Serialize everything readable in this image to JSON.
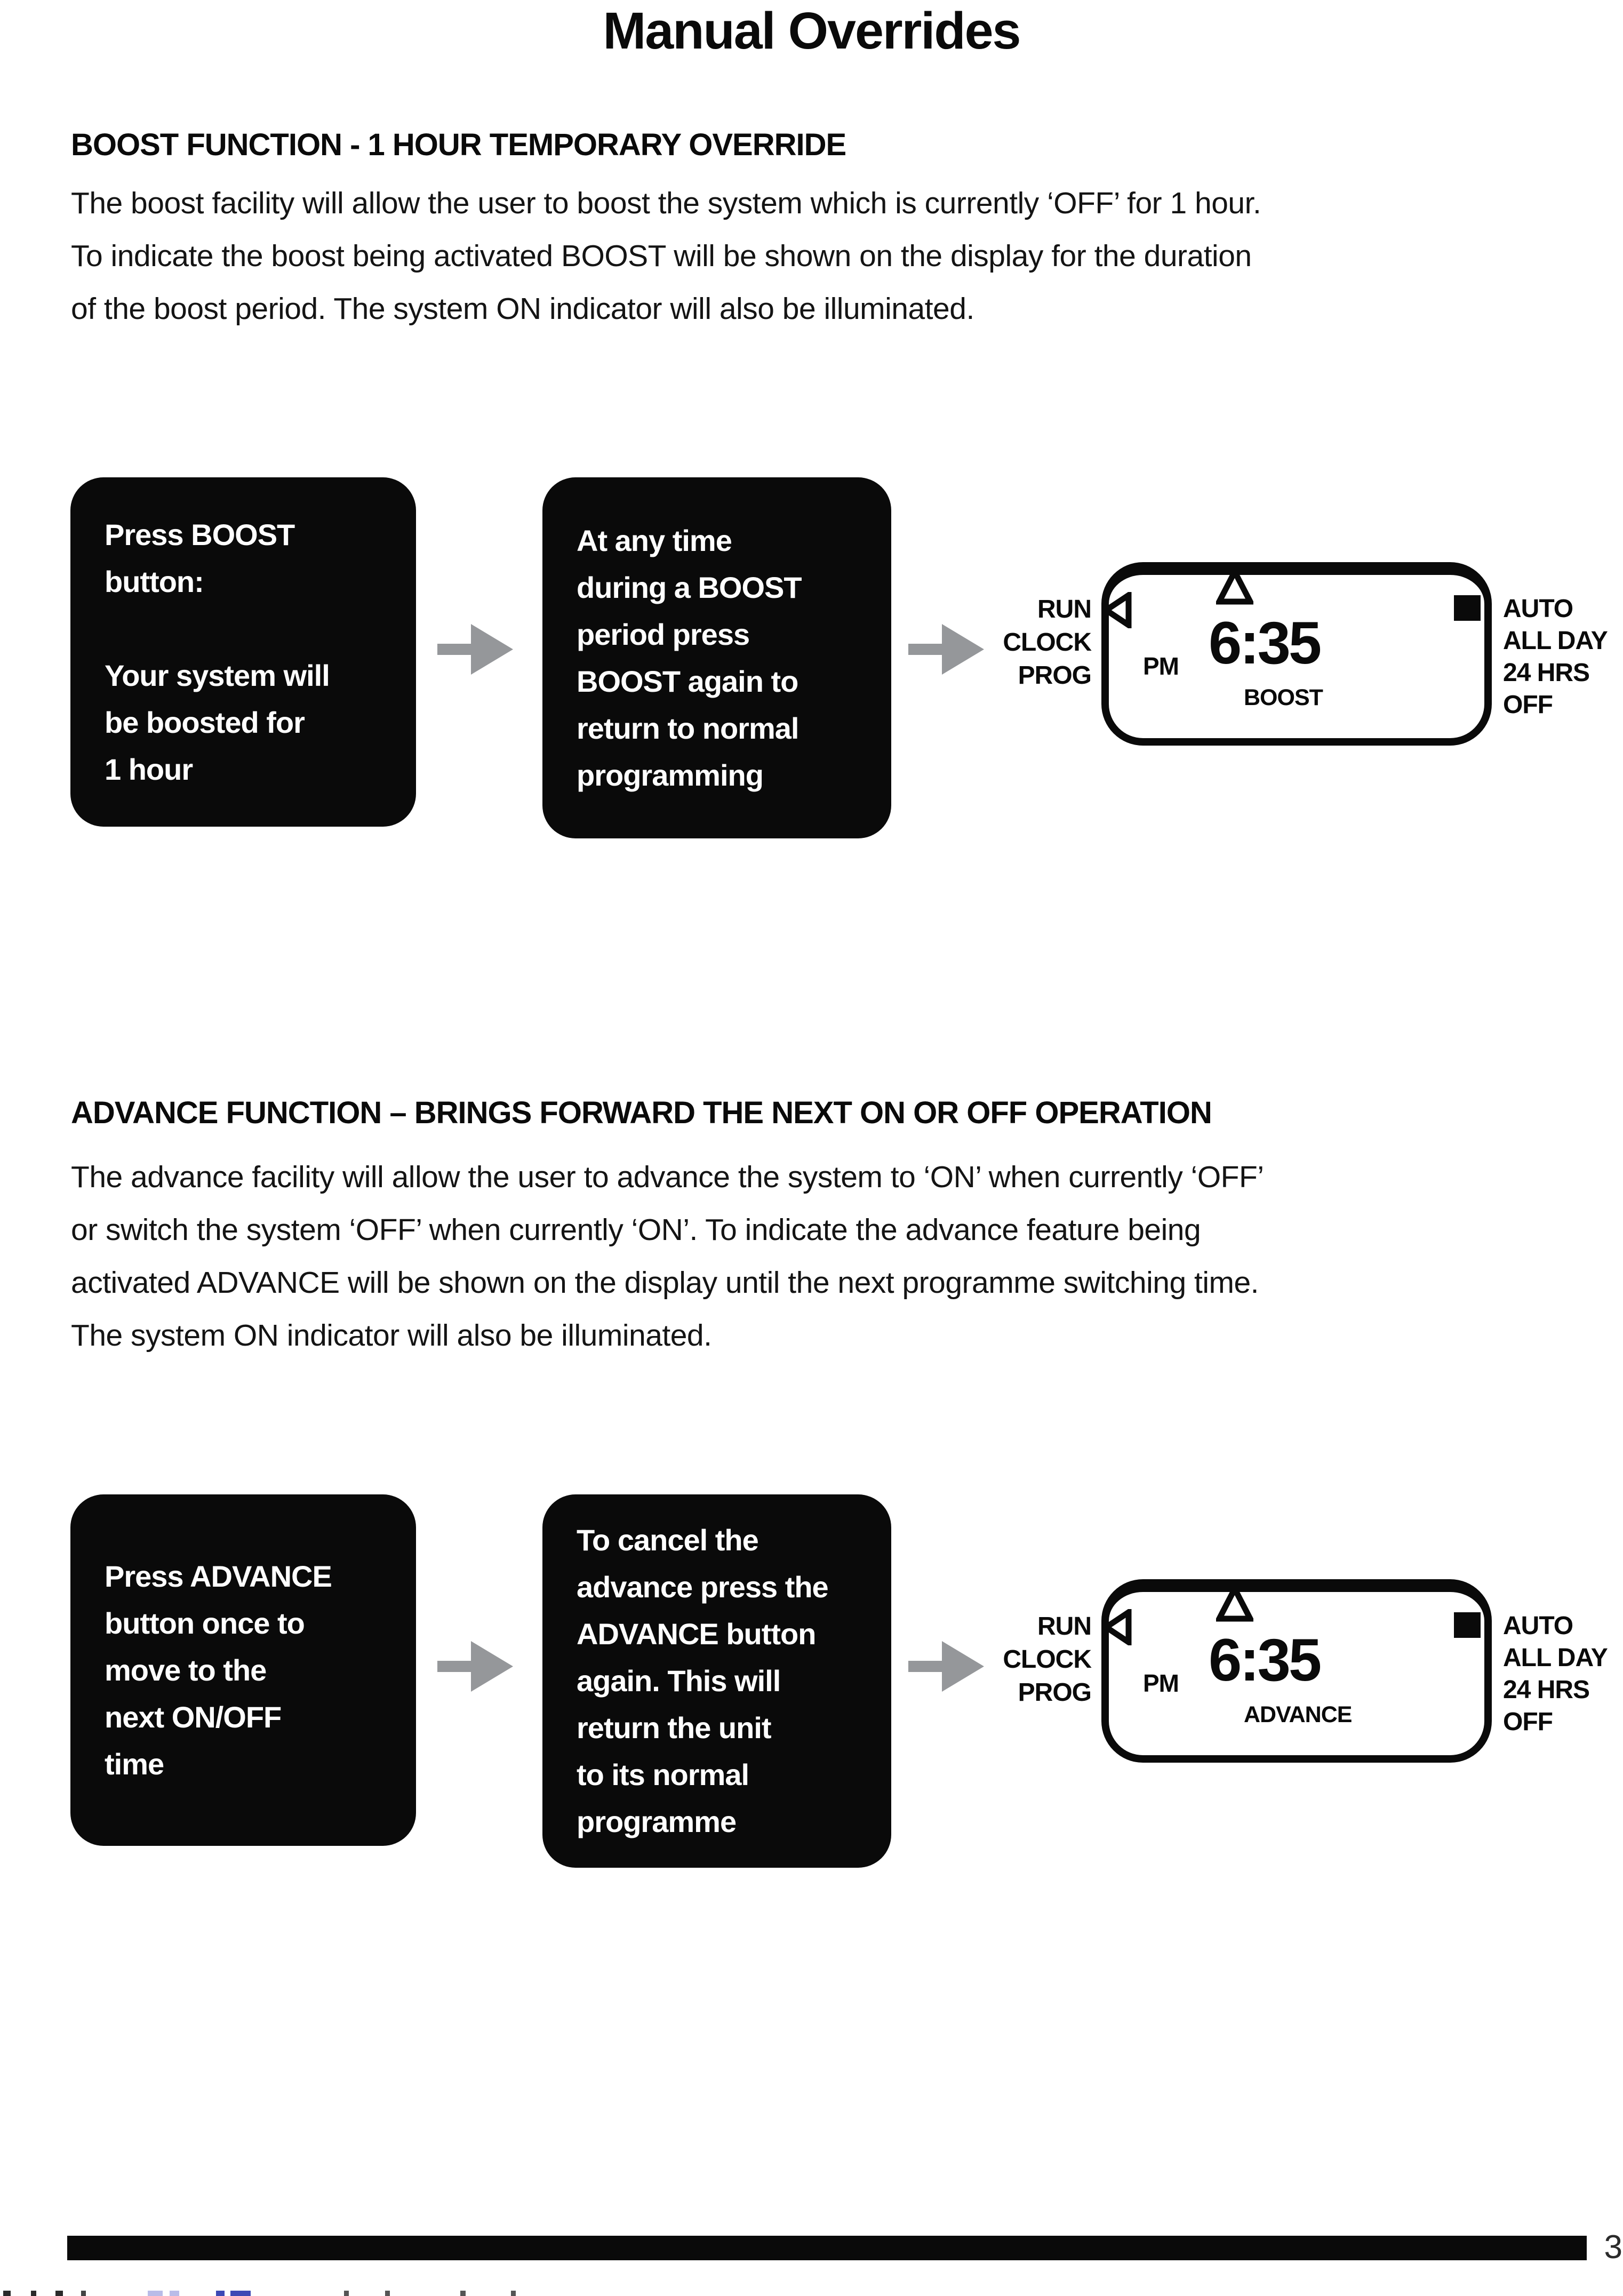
{
  "title": "Manual Overrides",
  "colors": {
    "ink": "#0a0a0a",
    "arrow_gray": "#95979a",
    "link_fragment_blue": "#3d49b5",
    "link_fragment_light": "#b9bce8"
  },
  "sections": [
    {
      "heading": "BOOST FUNCTION - 1 HOUR TEMPORARY OVERRIDE",
      "body_lines": [
        "The boost facility will allow the user to boost the system which is currently ‘OFF’ for 1 hour.",
        "To indicate the boost being activated BOOST will be shown on the display for the duration",
        "of the boost period. The system ON indicator will also be illuminated."
      ],
      "flow": {
        "step1_lines": [
          "Press BOOST",
          "button:",
          "",
          "Your system will",
          "be boosted for",
          "1 hour"
        ],
        "step2_lines": [
          "At any time",
          "during a BOOST",
          "period press",
          "BOOST again to",
          "return to normal",
          "programming"
        ]
      },
      "lcd": {
        "time": "6:35",
        "meridiem": "PM",
        "mode": "BOOST",
        "left_labels": [
          "RUN",
          "CLOCK",
          "PROG"
        ],
        "right_labels": [
          "AUTO",
          "ALL DAY",
          "24 HRS",
          "OFF"
        ]
      }
    },
    {
      "heading": "ADVANCE FUNCTION – BRINGS FORWARD THE NEXT ON OR OFF OPERATION",
      "body_lines": [
        "The advance facility will allow the user to advance the system to ‘ON’ when currently ‘OFF’",
        "or switch the system ‘OFF’ when currently ‘ON’. To indicate the advance feature being",
        "activated ADVANCE will be shown on the display until the next programme switching time.",
        "The system ON indicator will also be illuminated."
      ],
      "flow": {
        "step1_lines": [
          "Press ADVANCE",
          "button once to",
          "move to the",
          "next ON/OFF",
          "time"
        ],
        "step2_lines": [
          "To cancel the",
          "advance press the",
          "ADVANCE button",
          "again. This will",
          "return the unit",
          "to its normal",
          "programme"
        ]
      },
      "lcd": {
        "time": "6:35",
        "meridiem": "PM",
        "mode": "ADVANCE",
        "left_labels": [
          "RUN",
          "CLOCK",
          "PROG"
        ],
        "right_labels": [
          "AUTO",
          "ALL DAY",
          "24 HRS",
          "OFF"
        ]
      }
    }
  ],
  "footer": {
    "page_number": "3"
  }
}
